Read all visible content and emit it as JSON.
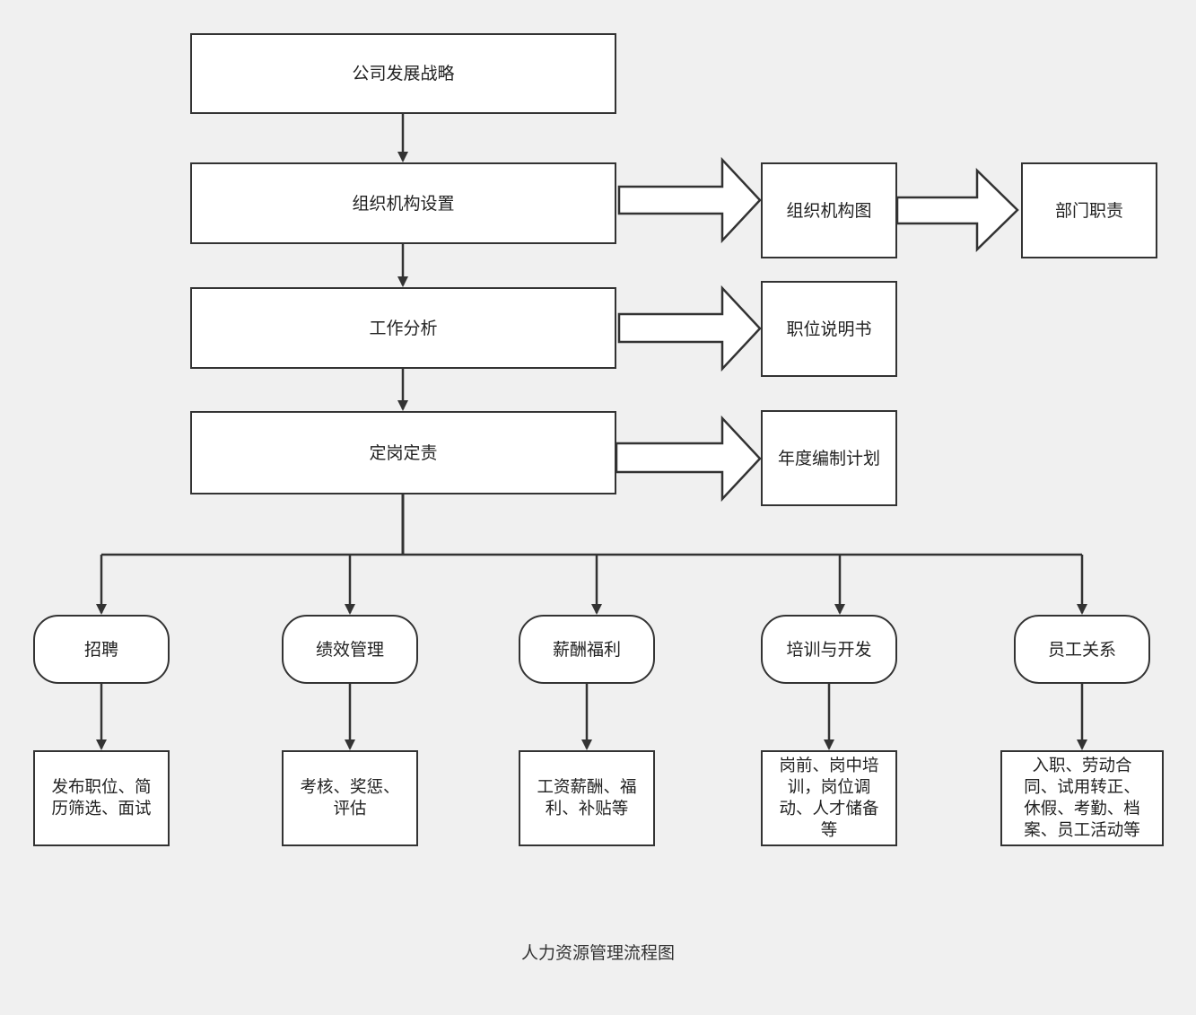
{
  "main_flow": {
    "strategy": "公司发展战略",
    "org_setup": "组织机构设置",
    "job_analysis": "工作分析",
    "staffing": "定岗定责"
  },
  "outputs": {
    "org_chart": "组织机构图",
    "dept_duties": "部门职责",
    "job_description": "职位说明书",
    "annual_plan": "年度编制计划"
  },
  "modules": [
    {
      "label": "招聘",
      "detail": [
        "发布职位、简",
        "历筛选、面试"
      ]
    },
    {
      "label": "绩效管理",
      "detail": [
        "考核、奖惩、",
        "评估"
      ]
    },
    {
      "label": "薪酬福利",
      "detail": [
        "工资薪酬、福",
        "利、补贴等"
      ]
    },
    {
      "label": "培训与开发",
      "detail": [
        "岗前、岗中培",
        "训，岗位调",
        "动、人才储备",
        "等"
      ]
    },
    {
      "label": "员工关系",
      "detail": [
        "入职、劳动合",
        "同、试用转正、",
        "休假、考勤、档",
        "案、员工活动等"
      ]
    }
  ],
  "caption": "人力资源管理流程图",
  "colors": {
    "line": "#333333",
    "box_fill": "#ffffff",
    "background": "#f0f0f0"
  }
}
